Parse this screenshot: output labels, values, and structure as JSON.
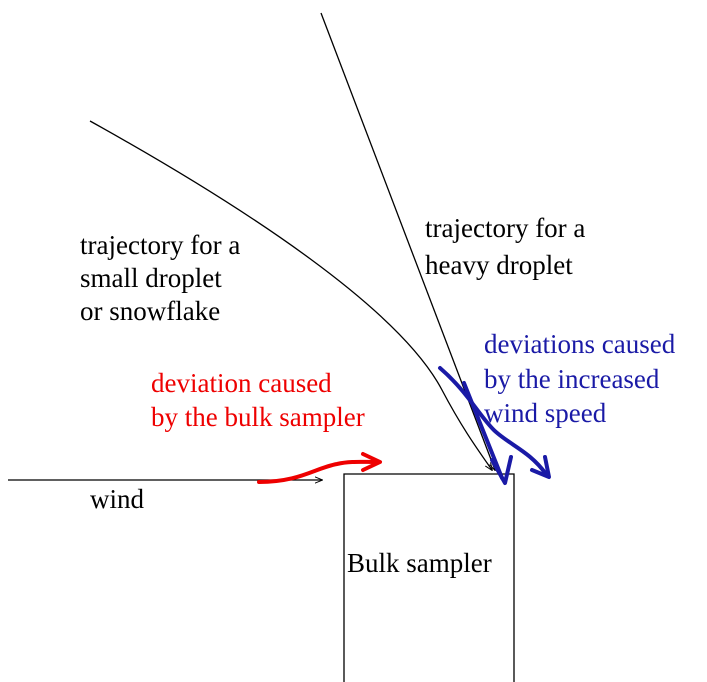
{
  "labels": {
    "small_trajectory": [
      "trajectory for a",
      "small droplet",
      "or snowflake"
    ],
    "heavy_trajectory": [
      "trajectory for a",
      "heavy droplet"
    ],
    "blue_deviation": [
      "deviations caused",
      "by the increased",
      "wind speed"
    ],
    "red_deviation": [
      "deviation caused",
      "by the bulk sampler"
    ],
    "wind": "wind",
    "sampler": "Bulk sampler"
  },
  "colors": {
    "black": "#000000",
    "red": "#ee0000",
    "blue": "#1a1aa6",
    "background": "#ffffff"
  }
}
